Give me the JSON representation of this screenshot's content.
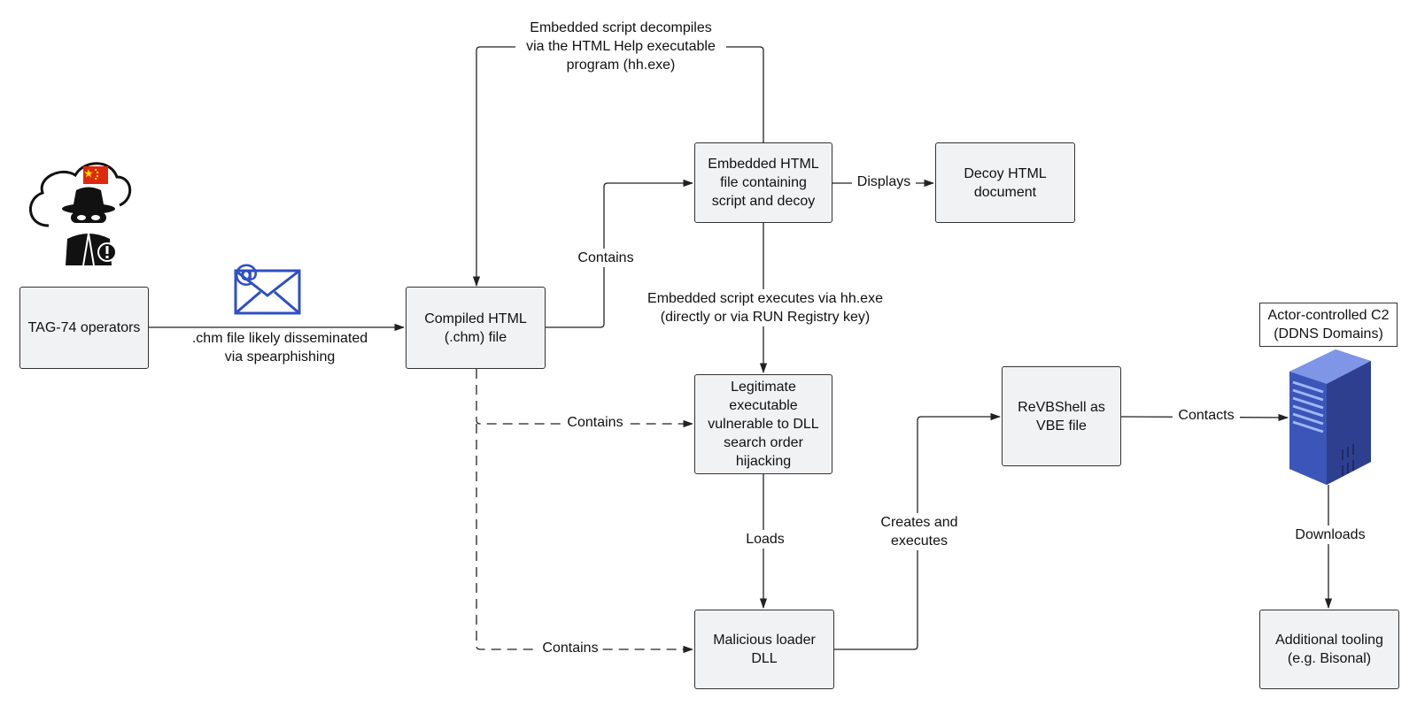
{
  "nodes": {
    "tag74": "TAG-74 operators",
    "chm": "Compiled HTML\n(.chm) file",
    "embedded_html": "Embedded HTML\nfile containing\nscript and decoy",
    "decoy": "Decoy HTML\ndocument",
    "legit_exe": "Legitimate\nexecutable\nvulnerable to DLL\nsearch order\nhijacking",
    "loader_dll": "Malicious loader\nDLL",
    "revbshell": "ReVBShell as\nVBE file",
    "c2": "Actor-controlled C2\n(DDNS Domains)",
    "tooling": "Additional tooling\n(e.g. Bisonal)"
  },
  "edges": {
    "spearphish": ".chm file likely disseminated\nvia spearphishing",
    "decompiles": "Embedded script decompiles\nvia the HTML Help executable\nprogram (hh.exe)",
    "contains_html": "Contains",
    "displays": "Displays",
    "executes": "Embedded script executes via hh.exe\n(directly or via RUN Registry key)",
    "contains_exe": "Contains",
    "contains_dll": "Contains",
    "loads": "Loads",
    "creates": "Creates and\nexecutes",
    "contacts": "Contacts",
    "downloads": "Downloads"
  },
  "icons": {
    "actor": "hacker-spy-cloud-icon",
    "flag": "china-flag-icon",
    "email": "email-envelope-icon",
    "server": "server-rack-icon"
  },
  "colors": {
    "node_fill": "#f1f2f4",
    "stroke": "#333333",
    "email_blue": "#2f4fc4",
    "server_blue": "#3a54b8",
    "flag_red": "#de2910",
    "flag_star": "#ffde00"
  }
}
